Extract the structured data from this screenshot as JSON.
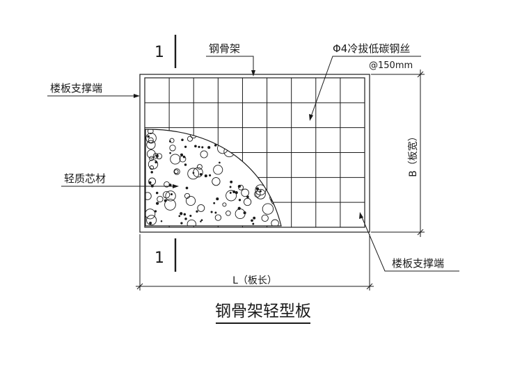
{
  "labels": {
    "steel_frame": "钢骨架",
    "wire_spec": "Φ4冷拔低碳钢丝",
    "wire_spacing": "@150mm",
    "support_end_left": "楼板支撑端",
    "support_end_right": "楼板支撑端",
    "core_material": "轻质芯材",
    "width_dim": "B（板宽）",
    "length_dim": "L（板长）",
    "section_mark_top": "1",
    "section_mark_bottom": "1"
  },
  "title": "钢骨架轻型板",
  "colors": {
    "line": "#1a1a1a",
    "background": "#ffffff"
  }
}
